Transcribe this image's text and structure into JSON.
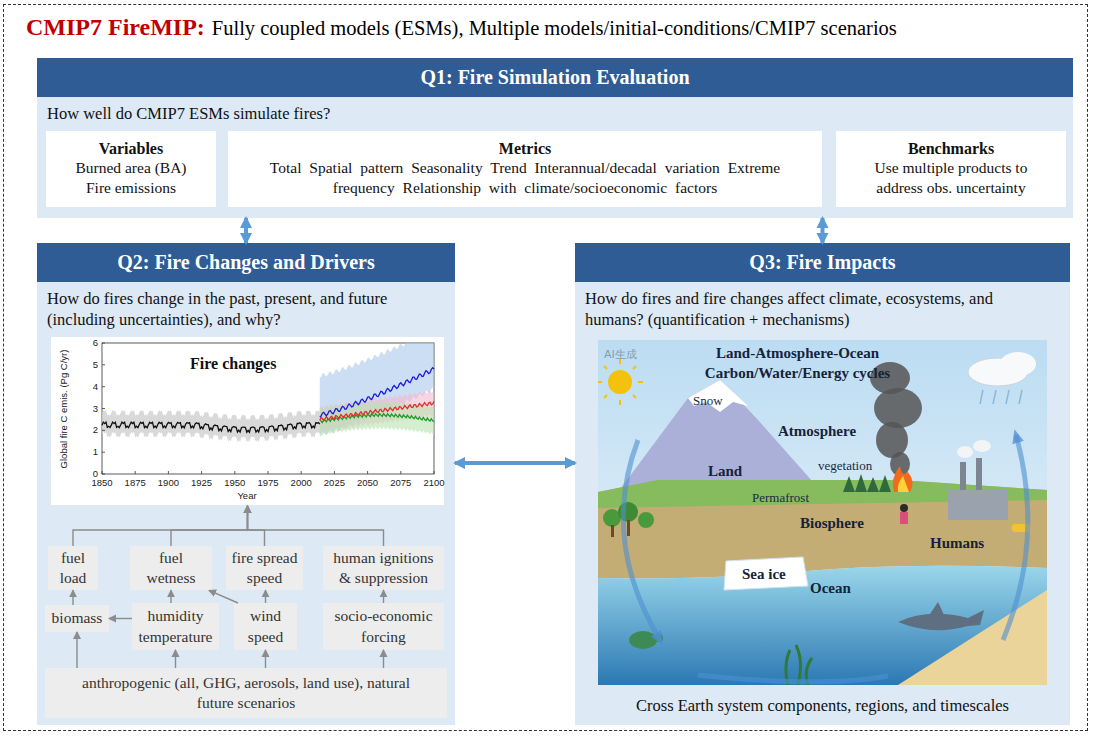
{
  "diagram": {
    "title": "CMIP7 FireMIP:",
    "nodes": [
      {
        "text": [
          "Q1: Fire Simulation Evaluation",
          "How well do CMIP7 ESMs simulate fires?"
        ]
      },
      {
        "text": [
          "Variables",
          "Burned area (BA) Fire emissions"
        ],
        "in": 0
      },
      {
        "text": [
          "Metrics",
          "Total Spatial pattern Seasonality Trend Interannual/decadal variation Extreme frequency Relationship with climate/socioeconomic factors"
        ],
        "in": 0
      },
      {
        "text": [
          "Benchmarks",
          "Use multiple products to address obs. uncertainty"
        ],
        "in": 0
      },
      {
        "text": [
          "Q2: Fire Changes and Drivers",
          "How do fires change in the past, present, and future (including uncertainties), and why?"
        ]
      },
      {
        "text": [
          "Fire changes"
        ],
        "in": 4
      },
      {
        "text": [
          "fuel load"
        ],
        "in": 4
      },
      {
        "text": [
          "fuel wetness"
        ],
        "in": 4
      },
      {
        "text": [
          "fire spread speed"
        ],
        "in": 4
      },
      {
        "text": [
          "human ignitions & suppression"
        ],
        "in": 4
      },
      {
        "text": [
          "biomass"
        ],
        "in": 4
      },
      {
        "text": [
          "humidity temperature"
        ],
        "in": 4
      },
      {
        "text": [
          "wind speed"
        ],
        "in": 4
      },
      {
        "text": [
          "socio-economic forcing"
        ],
        "in": 4
      },
      {
        "text": [
          "anthropogenic (all, GHG, aerosols, land use), natural future scenarios"
        ],
        "in": 4
      },
      {
        "text": [
          "Q3: Fire Impacts",
          "How do fires and fire changes affect climate, ecosystems, and humans? (quantification + mechanisms)",
          "Cross Earth system components, regions, and timescales"
        ]
      }
    ],
    "edges": [
      {
        "from": 0,
        "to": 4,
        "arrow": "both"
      },
      {
        "from": 0,
        "to": 15,
        "arrow": "both"
      },
      {
        "from": 4,
        "to": 15,
        "arrow": "both"
      },
      {
        "from": 6,
        "to": 5,
        "arrow": "to"
      },
      {
        "from": 7,
        "to": 5,
        "arrow": "to"
      },
      {
        "from": 8,
        "to": 5,
        "arrow": "to"
      },
      {
        "from": 9,
        "to": 5,
        "arrow": "to"
      },
      {
        "from": 10,
        "to": 6,
        "arrow": "to"
      },
      {
        "from": 11,
        "to": 7,
        "arrow": "to"
      },
      {
        "from": 11,
        "to": 10,
        "arrow": "to"
      },
      {
        "from": 12,
        "to": 8,
        "arrow": "to"
      },
      {
        "from": 12,
        "to": 7,
        "arrow": "to"
      },
      {
        "from": 13,
        "to": 9,
        "arrow": "to"
      },
      {
        "from": 14,
        "to": 10,
        "arrow": "to"
      },
      {
        "from": 14,
        "to": 11,
        "arrow": "to"
      },
      {
        "from": 14,
        "to": 12,
        "arrow": "to"
      },
      {
        "from": 14,
        "to": 13,
        "arrow": "to"
      }
    ],
    "labels": [
      "Fully coupled models (ESMs), Multiple models/initial-conditions/CMIP7 scenarios",
      "6",
      "5",
      "4",
      "3",
      "2",
      "1",
      "0",
      "1850",
      "1875",
      "1900",
      "1925",
      "1950",
      "1975",
      "2000",
      "2025",
      "2050",
      "2075",
      "2100",
      "Year",
      "Global fire C emis. (Pg C/yr)",
      "Land-Atmosphere-Ocean Carbon/Water/Energy cycles",
      "Snow",
      "Atmosphere",
      "Land",
      "vegetation",
      "Permafrost",
      "Biosphere",
      "Humans",
      "Sea ice",
      "Ocean",
      "AI生成"
    ]
  }
}
